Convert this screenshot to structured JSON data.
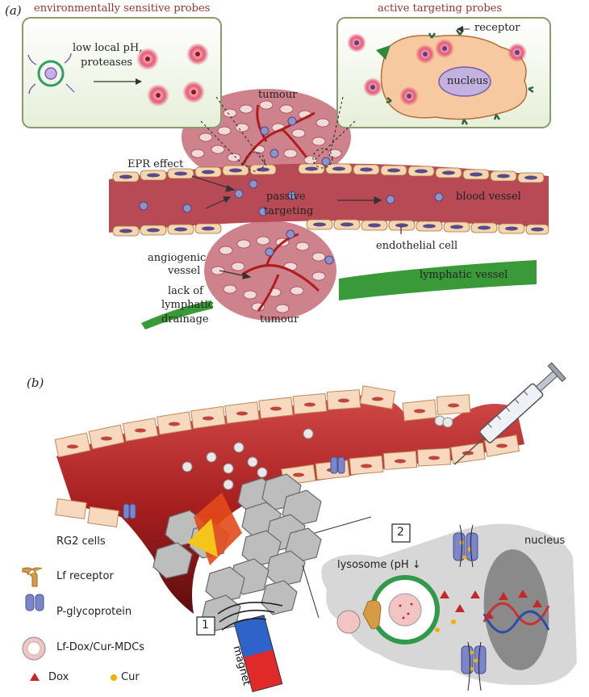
{
  "panel_a": {
    "label": "(a)",
    "env_probes_title": "environmentally sensitive probes",
    "active_probes_title": "active targeting probes",
    "low_ph_line1": "low local pH,",
    "low_ph_line2": "proteases",
    "receptor": "receptor",
    "nucleus": "nucleus",
    "tumour_top": "tumour",
    "epr_effect": "EPR effect",
    "passive_line1": "passive",
    "passive_line2": "targeting",
    "blood_vessel": "blood vessel",
    "endothelial_cell": "endothelial cell",
    "angiogenic_line1": "angiogenic",
    "angiogenic_line2": "vessel",
    "lymphatic_vessel": "lymphatic vessel",
    "lack_line1": "lack of",
    "lack_line2": "lymphatic",
    "lack_line3": "drainage",
    "tumour_bottom": "tumour"
  },
  "panel_b": {
    "label": "(b)",
    "step1": "1",
    "step2": "2",
    "magnet": "magnet",
    "nucleus": "nucleus",
    "lysosome": "lysosome (pH",
    "legend": {
      "rg2": "RG2 cells",
      "lf_receptor": "Lf receptor",
      "pgp": "P-glycoprotein",
      "mdc": "Lf-Dox/Cur-MDCs",
      "dox": "Dox",
      "cur": "Cur"
    }
  },
  "colors": {
    "title_red": "#a0322e",
    "vessel": "#b84a55",
    "tumour": "#c9747f",
    "lymph": "#3a9a3a",
    "cell_peach": "#f6c9a0",
    "dox": "#c62828",
    "cur": "#f4b000",
    "pgp": "#7a86c8",
    "lf": "#d79a45"
  }
}
